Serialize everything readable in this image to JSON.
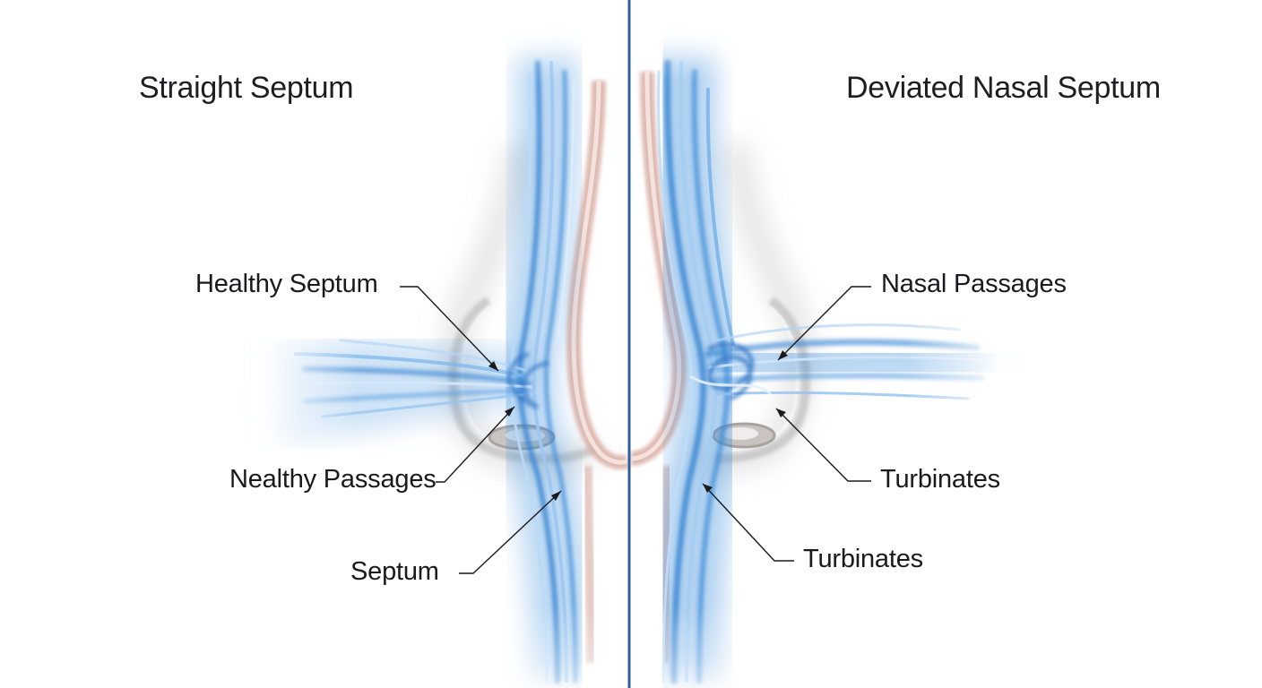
{
  "left_panel": {
    "title": "Straight Septum",
    "labels": {
      "healthy_septum": "Healthy Septum",
      "healthy_passages": "Nealthy Passages",
      "septum": "Septum"
    }
  },
  "right_panel": {
    "title": "Deviated Nasal Septum",
    "labels": {
      "nasal_passages": "Nasal Passages",
      "turbinates_upper": "Turbinates",
      "turbinates_lower": "Turbinates"
    }
  },
  "colors": {
    "airflow_blue": "#3d8fdc",
    "septum_tissue": "#d9aea4",
    "divider": "#2f5f9a",
    "nostril_gray": "#bdbdbd"
  }
}
